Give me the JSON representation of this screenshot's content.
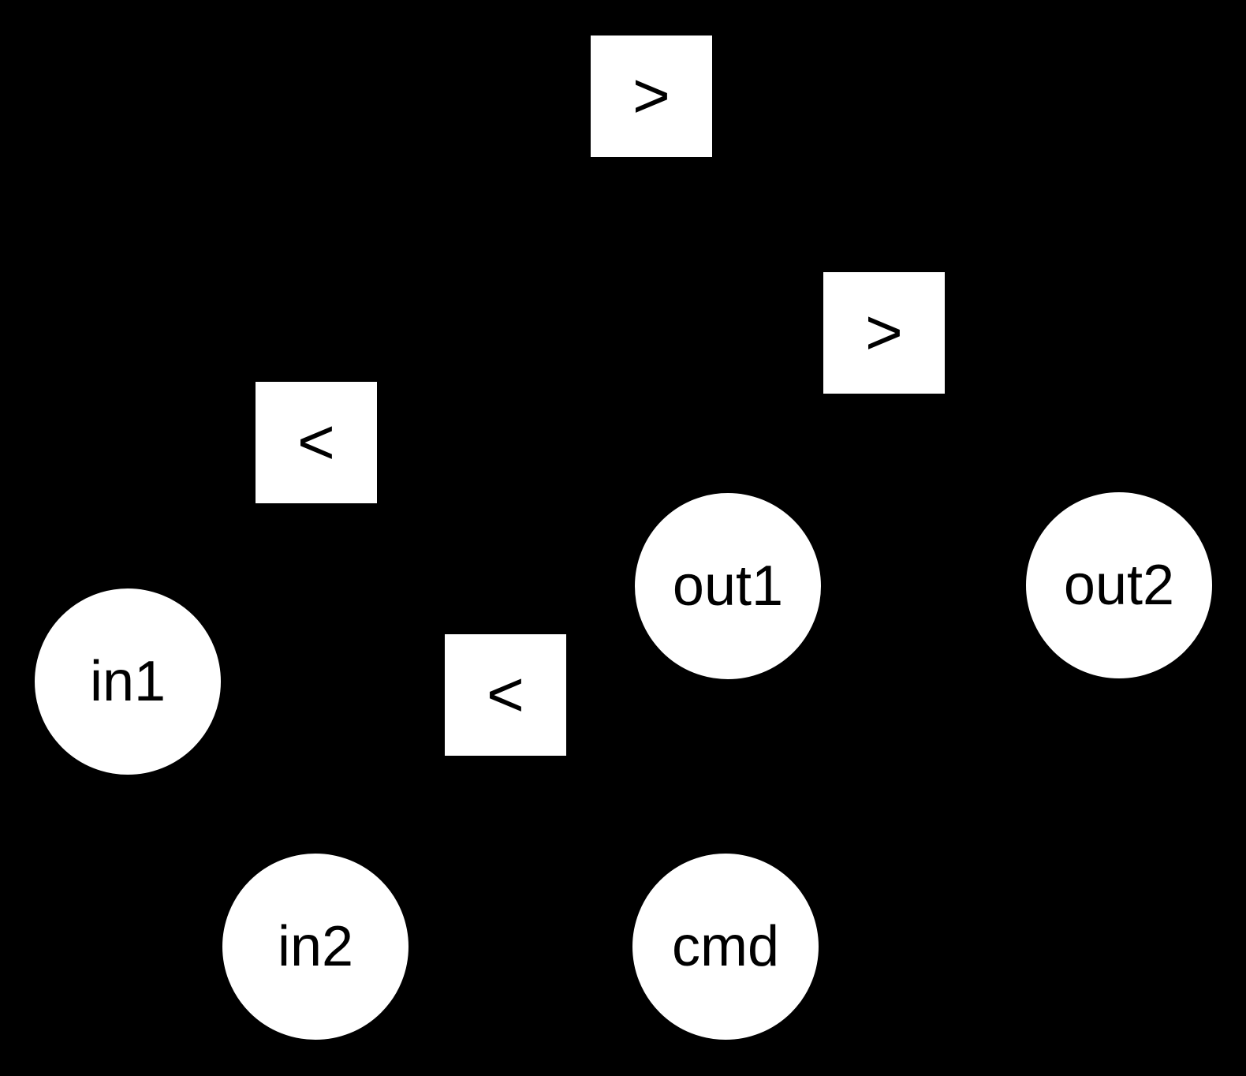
{
  "colors": {
    "background": "#000000",
    "node_fill": "#ffffff",
    "node_text": "#000000"
  },
  "diagram": {
    "nodes": [
      {
        "id": "t-top",
        "shape": "square",
        "label": ">"
      },
      {
        "id": "t-right",
        "shape": "square",
        "label": ">"
      },
      {
        "id": "t-left",
        "shape": "square",
        "label": "<"
      },
      {
        "id": "t-center",
        "shape": "square",
        "label": "<"
      },
      {
        "id": "p-in1",
        "shape": "circle",
        "label": "in1"
      },
      {
        "id": "p-out1",
        "shape": "circle",
        "label": "out1"
      },
      {
        "id": "p-out2",
        "shape": "circle",
        "label": "out2"
      },
      {
        "id": "p-in2",
        "shape": "circle",
        "label": "in2"
      },
      {
        "id": "p-cmd",
        "shape": "circle",
        "label": "cmd"
      }
    ]
  }
}
